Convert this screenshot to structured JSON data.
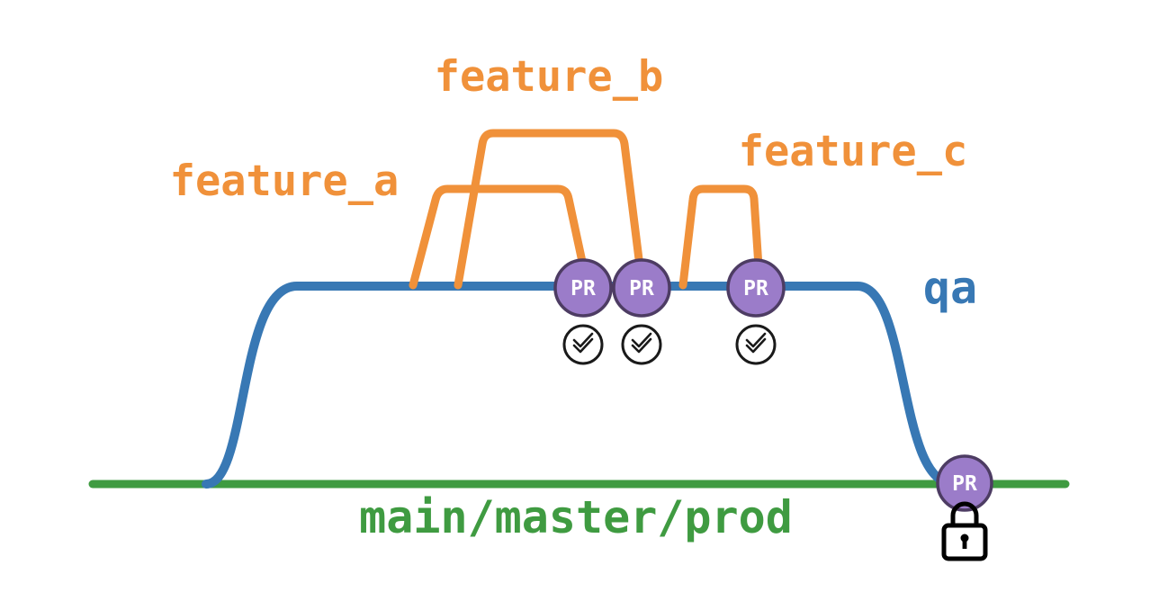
{
  "colors": {
    "feature": "#F0913A",
    "qa": "#3878B4",
    "main": "#3F9B41",
    "pr_fill": "#9B7CC9",
    "pr_border": "#4D3C63",
    "check": "#1A1A1A",
    "lock": "#000000"
  },
  "branches": {
    "feature_a": "feature_a",
    "feature_b": "feature_b",
    "feature_c": "feature_c",
    "qa": "qa",
    "main": "main/master/prod"
  },
  "badges": {
    "pr1": "PR",
    "pr2": "PR",
    "pr3": "PR",
    "pr4": "PR"
  },
  "icons": {
    "checks": "checks-passed-icon",
    "lock": "lock-icon"
  }
}
